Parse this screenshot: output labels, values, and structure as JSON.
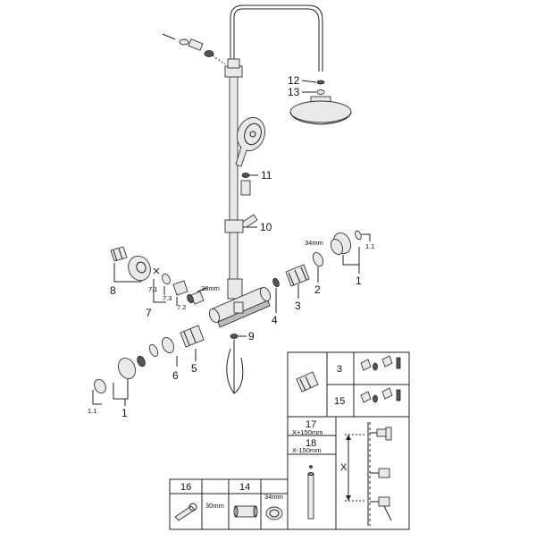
{
  "callouts": {
    "c1_right": "1",
    "c1_1_right": "1.1",
    "c1_left": "1",
    "c1_1_left": "1.1",
    "c2": "2",
    "c3": "3",
    "c4": "4",
    "c5": "5",
    "c6": "6",
    "c7": "7",
    "c7_1": "7.1",
    "c7_2": "7.2",
    "c7_3": "7.3",
    "c8": "8",
    "c9": "9",
    "c10": "10",
    "c11": "11",
    "c12": "12",
    "c13": "13"
  },
  "dims": {
    "d34_top": "34mm",
    "d30_top": "30mm"
  },
  "table_right": {
    "r3": "3",
    "r15": "15"
  },
  "table_middle": {
    "r17": "17",
    "r17_sub": "X+150mm",
    "r18": "18",
    "r18_sub": "X-150mm",
    "x_label": "X"
  },
  "table_bottom": {
    "c16": "16",
    "c14": "14",
    "d30": "30mm",
    "d34": "34mm"
  }
}
